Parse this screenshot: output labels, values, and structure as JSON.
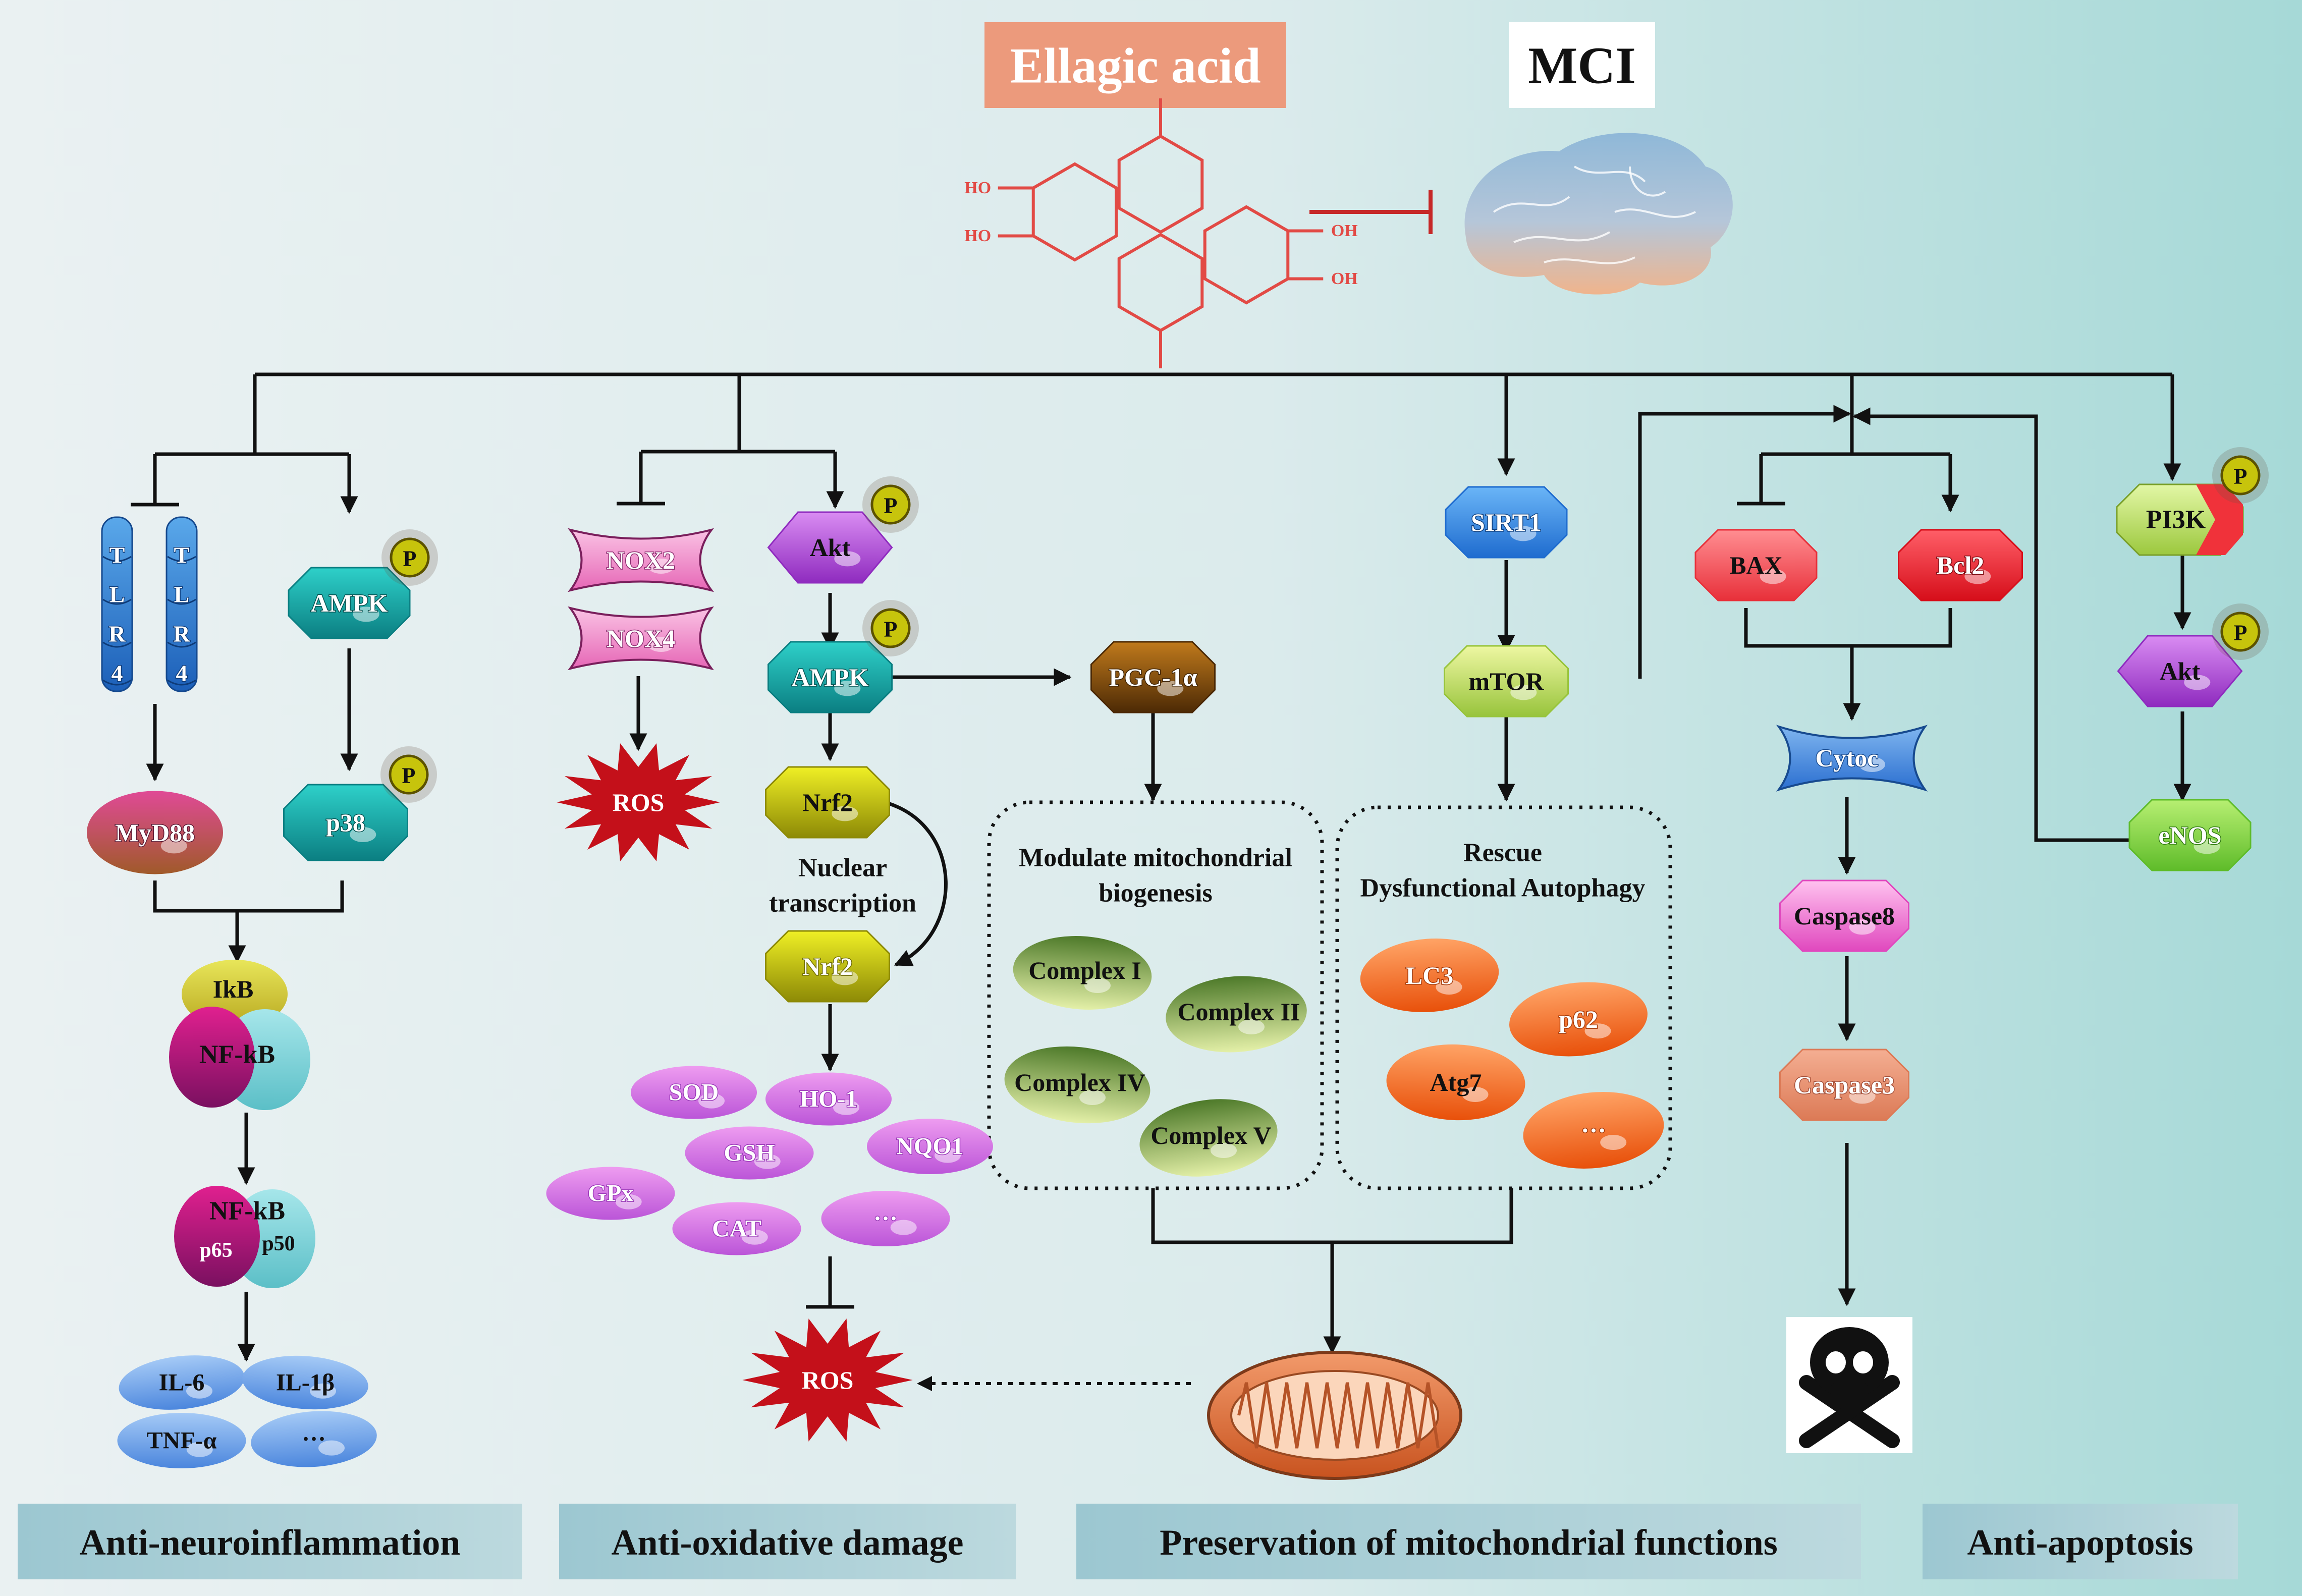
{
  "title": {
    "drug": "Ellagic acid",
    "disease": "MCI"
  },
  "molecule": {
    "groups": [
      "HO",
      "HO",
      "OH",
      "OH"
    ]
  },
  "colors": {
    "background_left": "#eaf1f2",
    "background_right": "#a6d9d7",
    "drug_box": "#ec9a7c",
    "inhibit_line": "#c62828",
    "molecule": "#e24a45",
    "section_bar": "#9cc7d1"
  },
  "icons": [
    "brain",
    "mitochondrion",
    "skull-and-crossbones"
  ],
  "sections": [
    "Anti-neuroinflammation",
    "Anti-oxidative damage",
    "Preservation  of mitochondrial  functions",
    "Anti-apoptosis"
  ],
  "phospho_label": "P",
  "inflammation": {
    "tlr4": [
      "T",
      "L",
      "R",
      "4"
    ],
    "ampk": "AMPK",
    "myd88": "MyD88",
    "p38": "p38",
    "ikb": "IkB",
    "nfkb": "NF-kB",
    "nfkb2": "NF-kB",
    "p65": "p65",
    "p50": "p50",
    "cytokines": [
      "IL-6",
      "IL-1β",
      "TNF-α",
      "···"
    ]
  },
  "oxidative": {
    "nox2": "NOX2",
    "nox4": "NOX4",
    "ros_top": "ROS",
    "akt": "Akt",
    "ampk": "AMPK",
    "nrf2_top": "Nrf2",
    "nuclear_transcription": [
      "Nuclear",
      "transcription"
    ],
    "nrf2_bottom": "Nrf2",
    "enzymes": [
      "SOD",
      "HO-1",
      "GSH",
      "NQO1",
      "GPx",
      "CAT",
      "···"
    ],
    "ros_bottom": "ROS"
  },
  "mitochondria": {
    "pgc1a": "PGC-1α",
    "biogenesis_title": [
      "Modulate mitochondrial",
      "biogenesis"
    ],
    "complexes": [
      "Complex I",
      "Complex II",
      "Complex IV",
      "Complex V"
    ],
    "sirt1": "SIRT1",
    "mtor": "mTOR",
    "autophagy_title": [
      "Rescue",
      "Dysfunctional Autophagy"
    ],
    "autophagy_items": [
      "LC3",
      "p62",
      "Atg7",
      "···"
    ]
  },
  "apoptosis": {
    "bax": "BAX",
    "bcl2": "Bcl2",
    "cytoc": "Cytoc",
    "caspase8": "Caspase8",
    "caspase3": "Caspase3",
    "pi3k": "PI3K",
    "akt": "Akt",
    "enos": "eNOS"
  }
}
